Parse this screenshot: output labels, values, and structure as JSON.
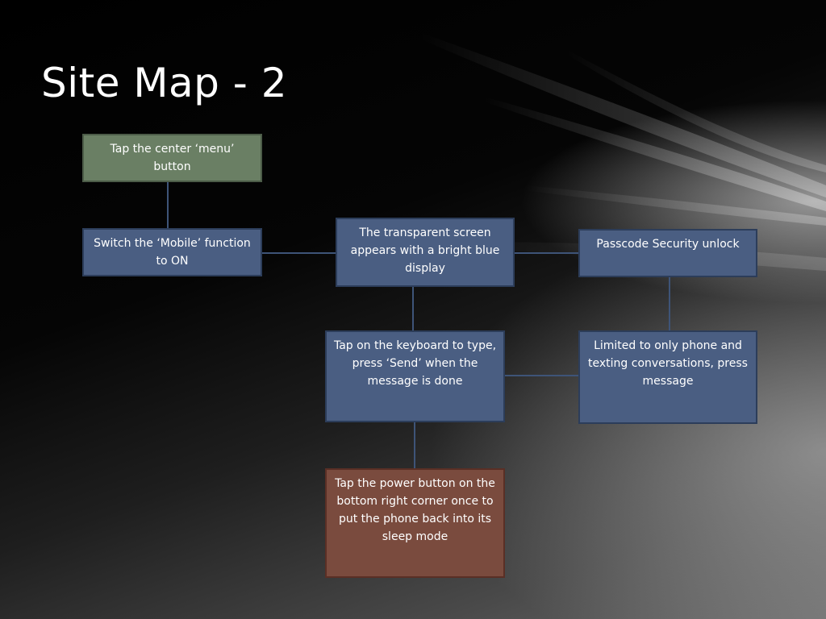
{
  "slide": {
    "title": "Site Map - 2"
  },
  "colors": {
    "start_node": "#6a7f64",
    "step_node": "#4a5e82",
    "end_node": "#7a4b3e",
    "connector": "#3e5478",
    "title_text": "#ffffff"
  },
  "nodes": {
    "menu_button": "Tap the center ‘menu’ button",
    "mobile_switch": "Switch the ‘Mobile’ function to ON",
    "transparent_screen": "The transparent screen appears with a bright blue display",
    "passcode": "Passcode Security unlock",
    "keyboard": "Tap on the keyboard to type, press ‘Send’ when the message is done",
    "limited": "Limited to only phone and texting conversations, press message",
    "power_button": "Tap the power button on the bottom right corner once to put the phone back into its sleep mode"
  }
}
